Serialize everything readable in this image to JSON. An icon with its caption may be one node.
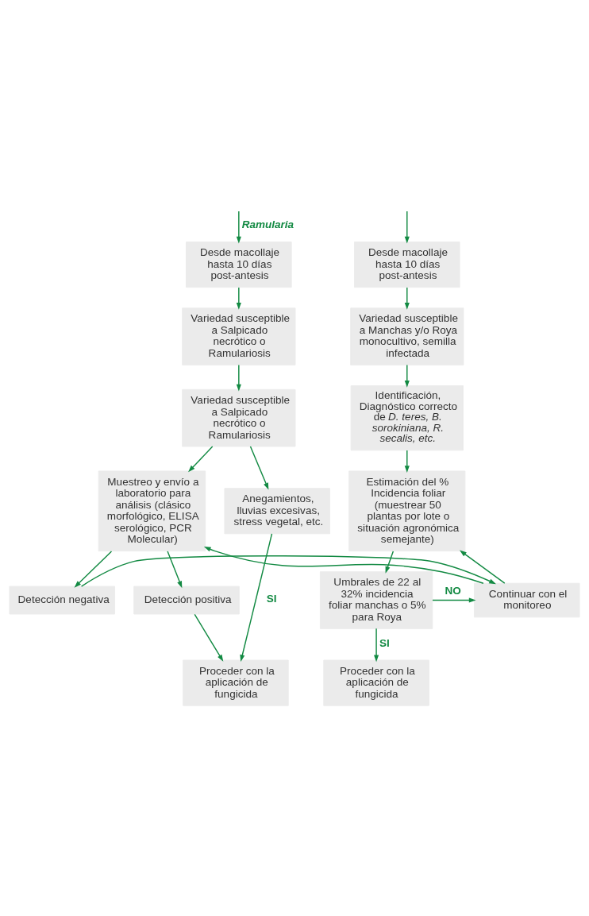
{
  "diagram": {
    "nodes": [
      {
        "text": [
          "Desde macollaje hasta 10 días post-antesis"
        ]
      },
      {
        "text": [
          "Variedad susceptible a Manchas y/o Roya monocultivo, semilla infectada"
        ]
      },
      {
        "text": [
          "Identificación, Diagnóstico correcto de *D. teres, B. sorokiniana, R. secalis, etc.*"
        ]
      },
      {
        "text": [
          "Estimación del % Incidencia foliar (muestrear 50 plantas por lote o situación agronómica semejante)"
        ]
      },
      {
        "text": [
          "Umbrales de 22 al 32% incidencia foliar manchas o 5% para Roya"
        ]
      },
      {
        "text": [
          "Proceder con la aplicación de fungicida"
        ]
      },
      {
        "text": [
          "Desde macollaje hasta 10 días post-antesis"
        ]
      },
      {
        "text": [
          "Variedad susceptible a Salpicado necrótico o Ramulariosis"
        ]
      },
      {
        "text": [
          "Variedad susceptible a Salpicado necrótico o Ramulariosis"
        ]
      },
      {
        "text": [
          "Muestreo y envío a laboratorio para análisis (clásico morfológico, ELISA serológico, PCR Molecular)"
        ]
      },
      {
        "text": [
          "Anegamientos, lluvias excesivas, stress vegetal, etc."
        ]
      },
      {
        "text": [
          "Continuar con el monitoreo"
        ]
      },
      {
        "text": [
          "Detección negativa"
        ]
      },
      {
        "text": [
          "Detección positiva"
        ]
      },
      {
        "text": [
          "Proceder con la aplicación de fungicida"
        ]
      }
    ],
    "edges": [
      {
        "from": null,
        "to": 0,
        "arrow": "to"
      },
      {
        "from": null,
        "to": 6,
        "arrow": "to",
        "label": "*Ramularia*"
      },
      {
        "from": 0,
        "to": 1,
        "arrow": "to"
      },
      {
        "from": 1,
        "to": 2,
        "arrow": "to"
      },
      {
        "from": 2,
        "to": 3,
        "arrow": "to"
      },
      {
        "from": 3,
        "to": 4,
        "arrow": "to"
      },
      {
        "from": 4,
        "to": 5,
        "arrow": "to",
        "label": "SI"
      },
      {
        "from": 6,
        "to": 7,
        "arrow": "to"
      },
      {
        "from": 7,
        "to": 8,
        "arrow": "to"
      },
      {
        "from": 8,
        "to": 9,
        "arrow": "to"
      },
      {
        "from": 8,
        "to": 10,
        "arrow": "to"
      },
      {
        "from": 11,
        "to": 3,
        "arrow": "to"
      },
      {
        "from": 11,
        "to": 9,
        "arrow": "to"
      },
      {
        "from": 4,
        "to": 11,
        "arrow": "to",
        "label": "NO"
      },
      {
        "from": 12,
        "to": 11,
        "arrow": "to"
      },
      {
        "from": 9,
        "to": 12,
        "arrow": "to"
      },
      {
        "from": 9,
        "to": 13,
        "arrow": "to"
      },
      {
        "from": 13,
        "to": 14,
        "arrow": "to"
      },
      {
        "from": 10,
        "to": 14,
        "arrow": "to",
        "label": "SI"
      }
    ]
  }
}
